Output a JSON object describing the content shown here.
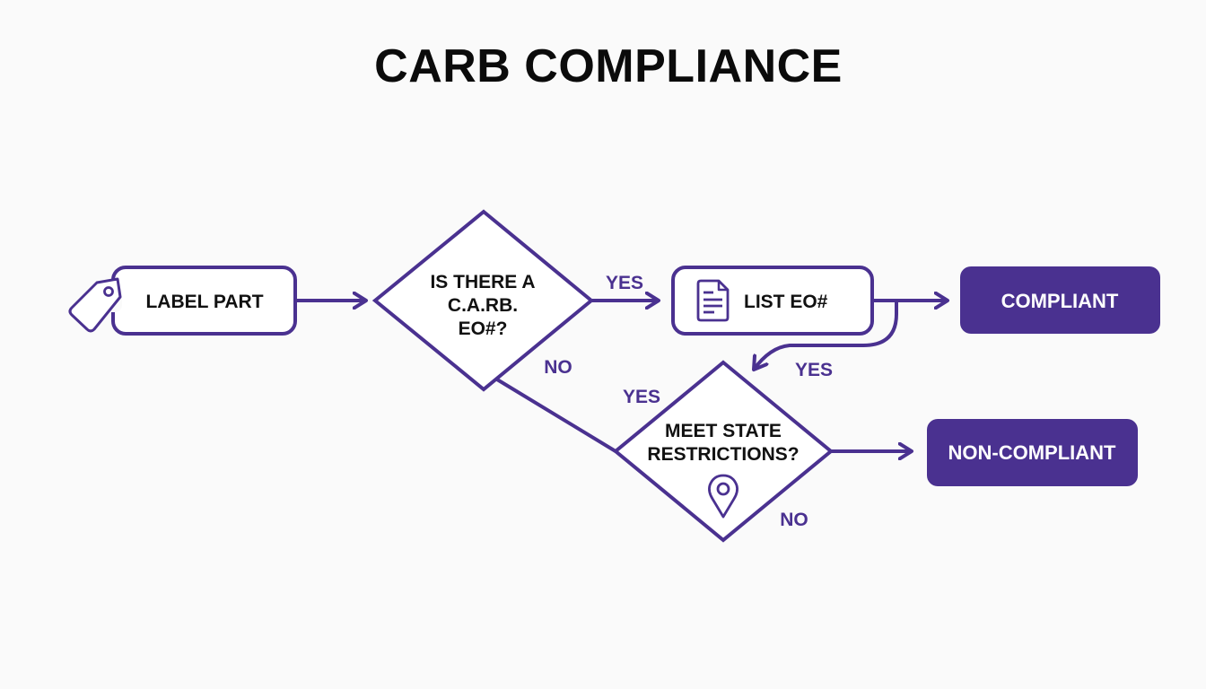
{
  "title": "CARB COMPLIANCE",
  "colors": {
    "accent": "#4a3190",
    "text": "#111111",
    "background": "#fafafa",
    "terminal_text": "#ffffff"
  },
  "nodes": {
    "label_part": {
      "label": "LABEL PART",
      "icon": "tag-icon"
    },
    "carb_question": {
      "lines": [
        "IS THERE A",
        "C.A.RB.",
        "EO#?"
      ]
    },
    "list_eo": {
      "label": "LIST EO#",
      "icon": "document-icon"
    },
    "compliant": {
      "label": "COMPLIANT"
    },
    "state_question": {
      "lines": [
        "MEET STATE",
        "RESTRICTIONS?"
      ],
      "icon": "location-pin-icon"
    },
    "non_compliant": {
      "label": "NON-COMPLIANT"
    }
  },
  "edges": {
    "carb_yes": "YES",
    "carb_no": "NO",
    "list_to_state_yes": "YES",
    "state_yes": "YES",
    "state_no": "NO"
  }
}
